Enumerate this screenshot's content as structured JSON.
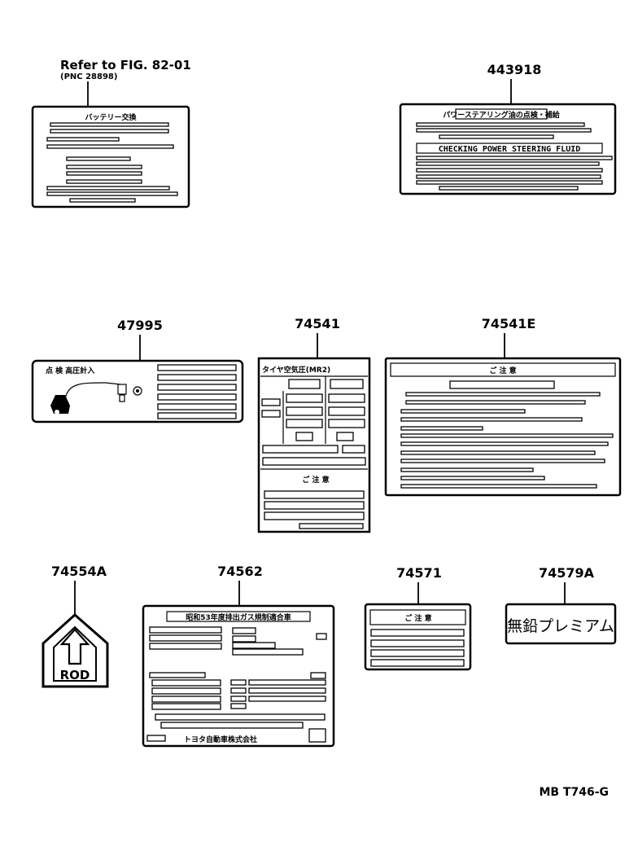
{
  "reference": {
    "text": "Refer to FIG. 82-01",
    "pnc": "(PNC 28898)"
  },
  "labels": [
    {
      "part_number": "443918",
      "heading": "パワーステアリング油の点検・補給",
      "subheading": "CHECKING POWER STEERING FLUID"
    },
    {
      "part_number": "47995",
      "heading": "点 検 高圧計入"
    },
    {
      "part_number": "74541",
      "heading": "タイヤ空気圧(MR2)",
      "footer_heading": "ご 注 意"
    },
    {
      "part_number": "74541E",
      "heading": "ご 注 意"
    },
    {
      "part_number": "74554A",
      "text": "ROD"
    },
    {
      "part_number": "74562",
      "heading": "昭和53年度排出ガス規制適合車",
      "footer": "トヨタ自動車株式会社"
    },
    {
      "part_number": "74571",
      "heading": "ご 注 意"
    },
    {
      "part_number": "74579A",
      "text": "無鉛プレミアム"
    }
  ],
  "battery_label": {
    "heading": "バッテリー交換"
  },
  "diagram_code": "MB T746-G"
}
